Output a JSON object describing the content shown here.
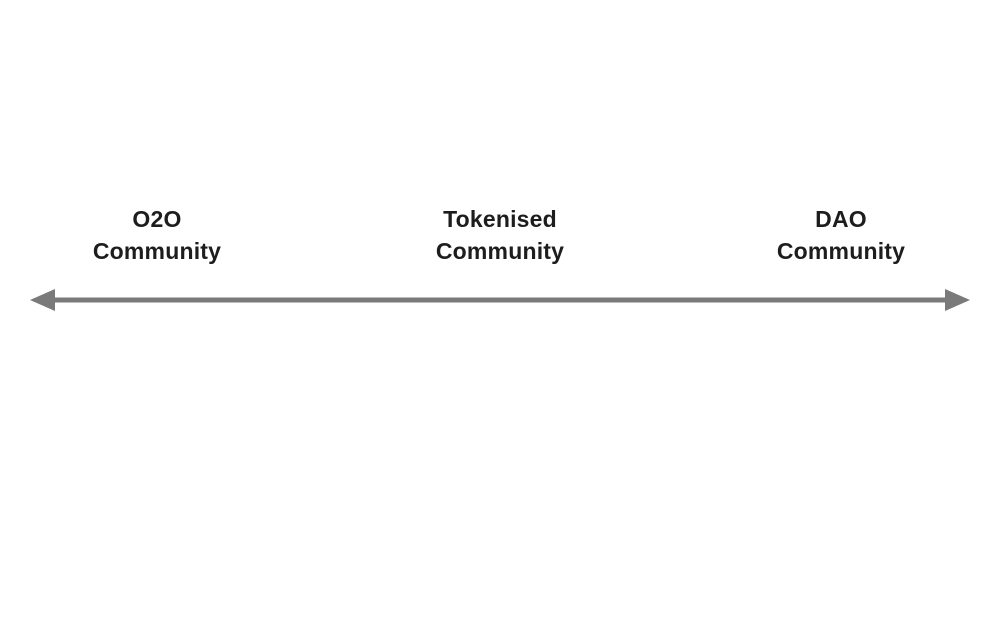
{
  "diagram": {
    "labels": [
      {
        "line1": "O2O",
        "line2": "Community"
      },
      {
        "line1": "Tokenised",
        "line2": "Community"
      },
      {
        "line1": "DAO",
        "line2": "Community"
      }
    ],
    "axis": {
      "type": "double-headed-arrow",
      "direction": "horizontal"
    }
  },
  "colors": {
    "background": "#ffffff",
    "text": "#1d1d1d",
    "arrow": "#7a7a7a"
  }
}
